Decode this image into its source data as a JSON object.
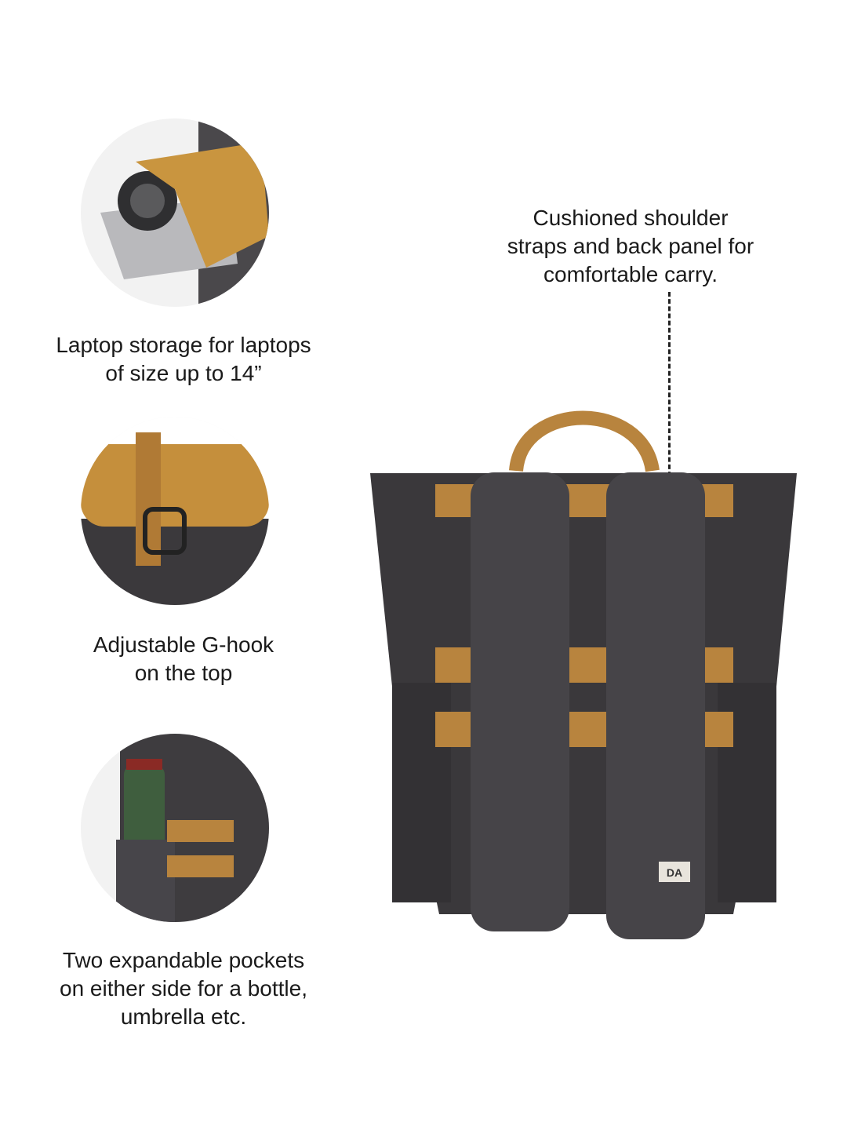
{
  "features": [
    {
      "icon": "laptop-compartment-photo",
      "lines": [
        "Laptop storage for laptops",
        "of size up to 14”"
      ]
    },
    {
      "icon": "g-hook-photo",
      "lines": [
        "Adjustable G-hook",
        "on the top"
      ]
    },
    {
      "icon": "side-pocket-photo",
      "lines": [
        "Two expandable pockets",
        "on either side for a bottle,",
        "umbrella etc."
      ]
    }
  ],
  "callout": {
    "lines": [
      "Cushioned shoulder",
      "straps and back panel for",
      "comfortable carry."
    ]
  },
  "brand_label": "DA",
  "colors": {
    "fabric": "#3a383b",
    "strap": "#b8843e",
    "background": "#ffffff"
  }
}
